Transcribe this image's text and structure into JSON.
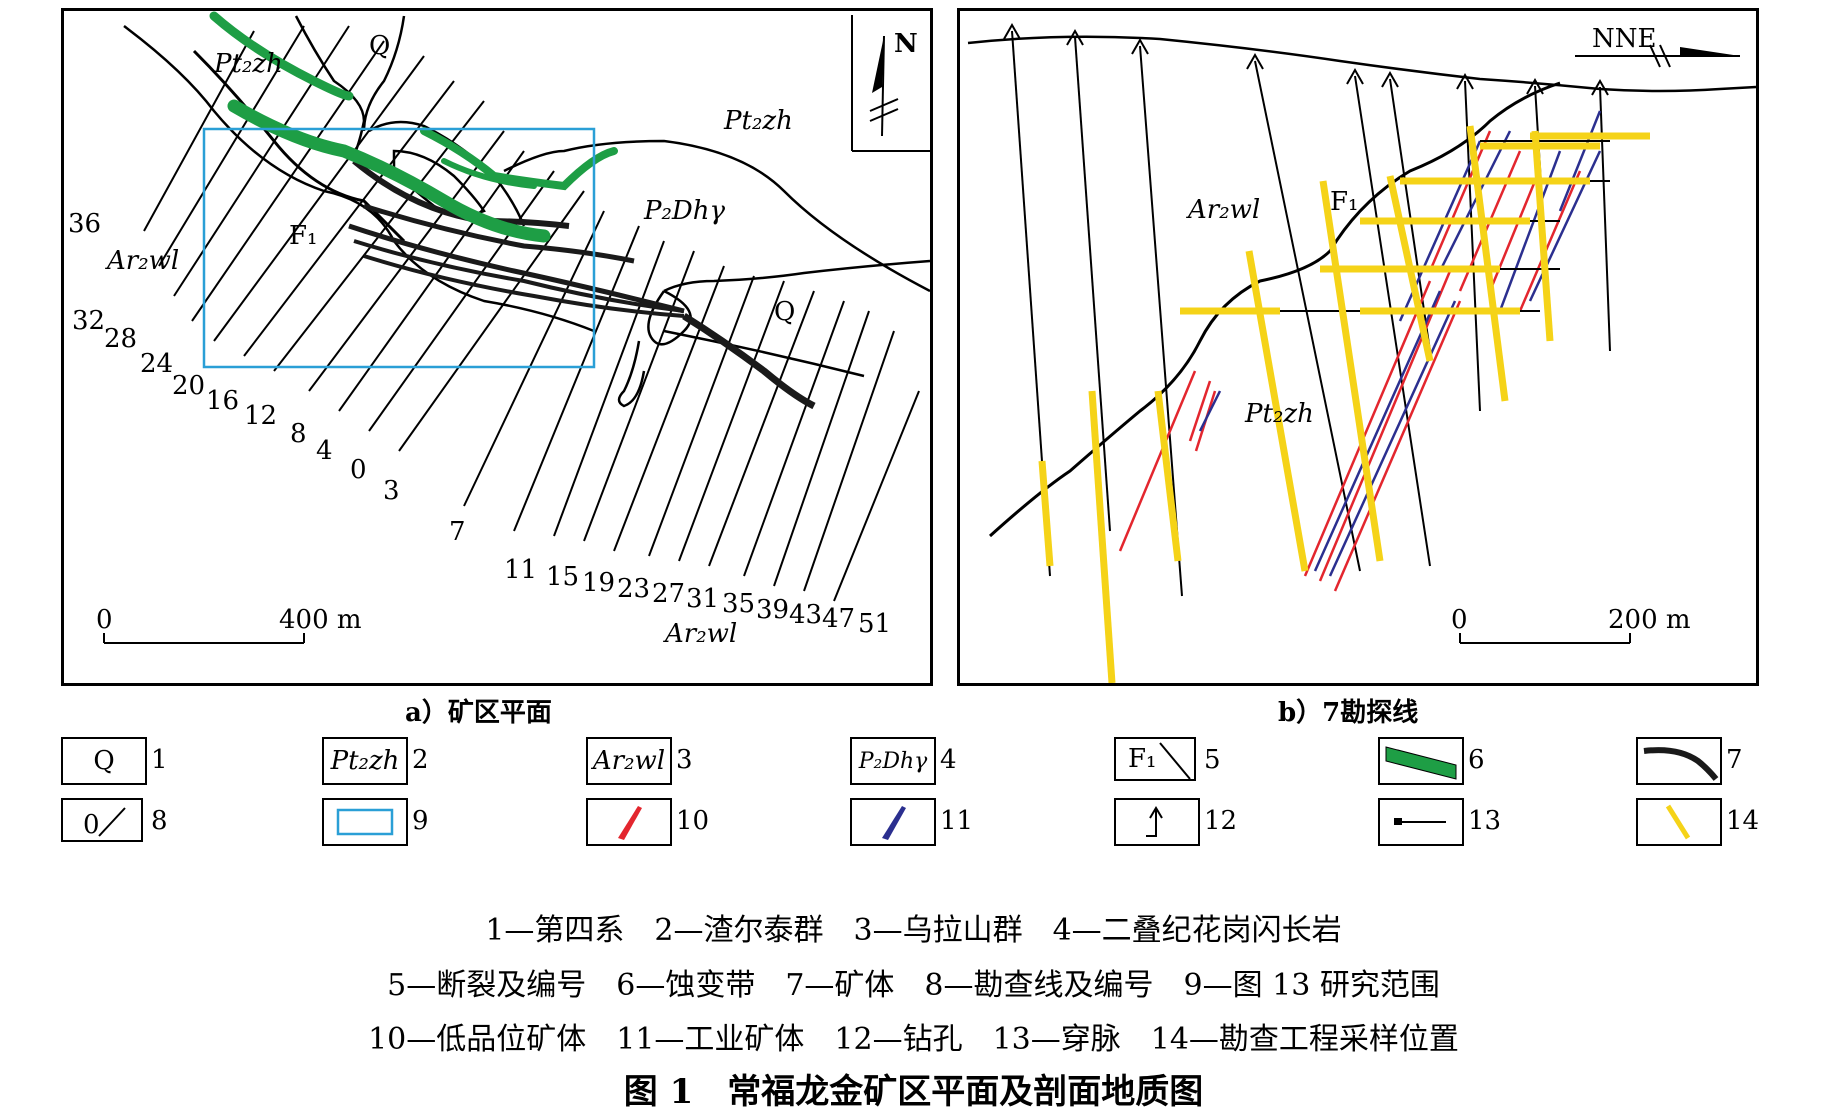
{
  "panel_a": {
    "caption": "a）矿区平面",
    "labels": {
      "q_top": "Q",
      "q_mid": "Q",
      "pt2zh_top": "Pt₂zh",
      "pt2zh_right": "Pt₂zh",
      "p2dhy": "P₂Dhγ",
      "ar2wl_left": "Ar₂wl",
      "ar2wl_bottom": "Ar₂wl",
      "f1": "F₁",
      "north": "N"
    },
    "scale": {
      "zero": "0",
      "end": "400 m"
    },
    "line_numbers": [
      "36",
      "32",
      "28",
      "24",
      "20",
      "16",
      "12",
      "8",
      "4",
      "0",
      "3",
      "7",
      "11",
      "15",
      "19",
      "23",
      "27",
      "31",
      "35",
      "39",
      "43",
      "47",
      "51"
    ]
  },
  "panel_b": {
    "caption": "b）7勘探线",
    "labels": {
      "nne": "NNE",
      "ar2wl": "Ar₂wl",
      "f1": "F₁",
      "pt2zh": "Pt₂zh"
    },
    "scale": {
      "zero": "0",
      "end": "200 m"
    }
  },
  "legend": [
    {
      "num": "1",
      "text": "Q"
    },
    {
      "num": "2",
      "text": "Pt₂zh"
    },
    {
      "num": "3",
      "text": "Ar₂wl"
    },
    {
      "num": "4",
      "text": "P₂Dhγ"
    },
    {
      "num": "5",
      "text": "F₁"
    },
    {
      "num": "6",
      "text": ""
    },
    {
      "num": "7",
      "text": ""
    },
    {
      "num": "8",
      "text": "0"
    },
    {
      "num": "9",
      "text": ""
    },
    {
      "num": "10",
      "text": ""
    },
    {
      "num": "11",
      "text": ""
    },
    {
      "num": "12",
      "text": ""
    },
    {
      "num": "13",
      "text": ""
    },
    {
      "num": "14",
      "text": ""
    }
  ],
  "notes": {
    "line1": "1—第四系　2—渣尔泰群　3—乌拉山群　4—二叠纪花岗闪长岩",
    "line2": "5—断裂及编号　6—蚀变带　7—矿体　8—勘查线及编号　9—图 13 研究范围",
    "line3": "10—低品位矿体　11—工业矿体　12—钻孔　13—穿脉　14—勘查工程采样位置"
  },
  "figure_title": "图 1　常福龙金矿区平面及剖面地质图",
  "colors": {
    "alteration_green": "#1e9e45",
    "orebody_black": "#1a1a1a",
    "study_area_blue": "#2a9fd6",
    "low_grade_red": "#e3262e",
    "industrial_blue": "#2b2f8f",
    "sampling_yellow": "#f5d318"
  }
}
